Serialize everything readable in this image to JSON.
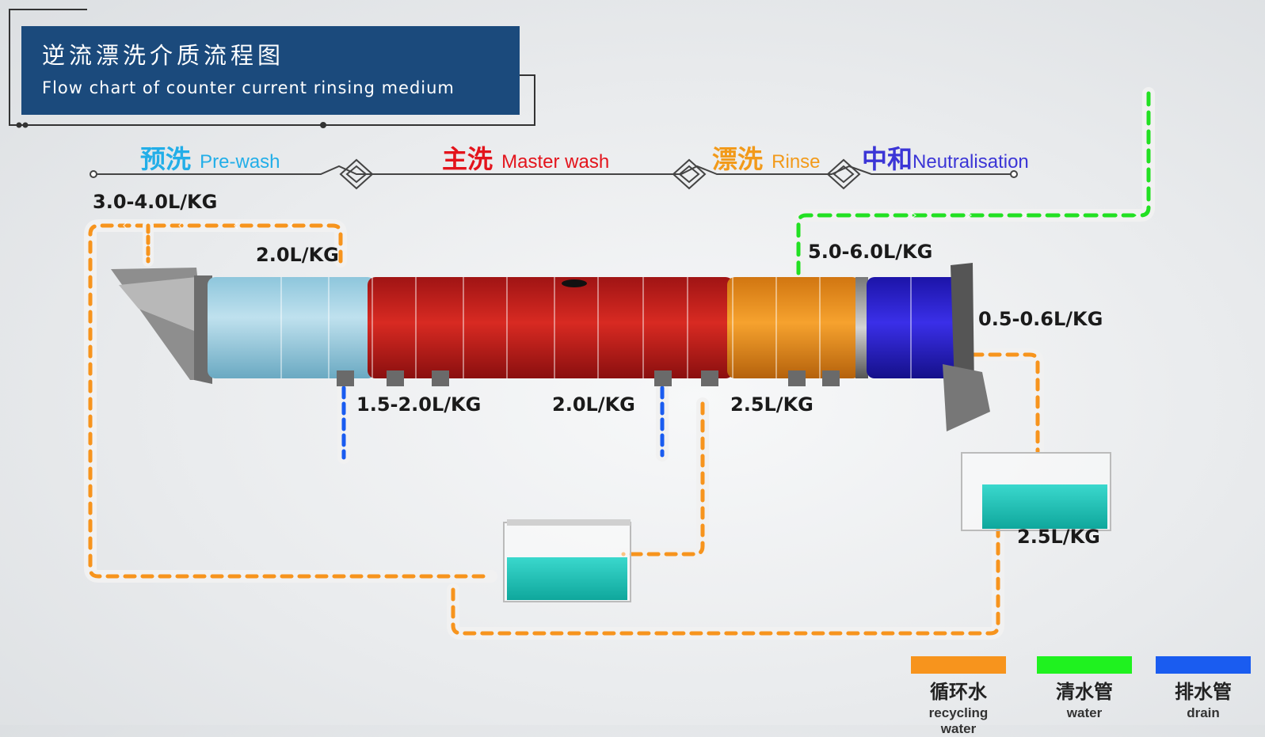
{
  "title": {
    "zh": "逆流漂洗介质流程图",
    "en": "Flow chart of counter current rinsing medium"
  },
  "stages": [
    {
      "zh": "预洗",
      "en": "Pre-wash",
      "color": "#22aee8"
    },
    {
      "zh": "主洗",
      "en": "Master wash",
      "color": "#e3141c"
    },
    {
      "zh": "漂洗",
      "en": "Rinse",
      "color": "#f29a1a"
    },
    {
      "zh": "中和",
      "en": "Neutralisation",
      "color": "#3b35d6"
    }
  ],
  "rates": {
    "inlet": "3.0-4.0L/KG",
    "prewash_in": "2.0L/KG",
    "fresh_in": "5.0-6.0L/KG",
    "neutral_out": "0.5-0.6L/KG",
    "drain_1": "1.5-2.0L/KG",
    "master": "2.0L/KG",
    "rinse_out": "2.5L/KG",
    "tank_out": "2.5L/KG"
  },
  "legend": [
    {
      "zh": "循环水",
      "en": "recycling water",
      "color": "#f7941d"
    },
    {
      "zh": "清水管",
      "en": "water",
      "color": "#1ff21f"
    },
    {
      "zh": "排水管",
      "en": "drain",
      "color": "#1a5cf0"
    }
  ],
  "colors": {
    "prewash_drum": "#a9d3e3",
    "master_drum": "#c81e1e",
    "rinse_drum": "#e98a14",
    "neutral_drum": "#2b1fd4",
    "tank_water": "#17c2b7",
    "title_bg": "#1b4a7c"
  }
}
